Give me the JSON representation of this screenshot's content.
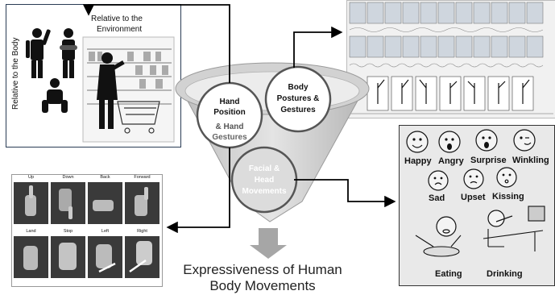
{
  "diagram": {
    "title_lines": [
      "Expressiveness of Human",
      "Body Movements"
    ],
    "env_panel": {
      "label_environment": "Relative to the\nEnvironment",
      "label_body": "Relative to the Body"
    },
    "hand_gestures": [
      "Up",
      "Down",
      "Back",
      "Forward",
      "Land",
      "Stop",
      "Left",
      "Right"
    ],
    "circles": {
      "hand": [
        "Hand",
        "Position",
        "& Hand",
        "Gestures"
      ],
      "body": [
        "Body",
        "Postures &",
        "Gestures"
      ],
      "face": [
        "Facial &",
        "Head",
        "Movements"
      ]
    },
    "faces": [
      "Happy",
      "Angry",
      "Surprise",
      "Winkling",
      "Sad",
      "Upset",
      "Kissing",
      "Eating",
      "Drinking"
    ],
    "colors": {
      "funnel": "#d2d2d2",
      "funnel_edge": "#9a9a9a",
      "arrow": "#a6a6a6",
      "circle_stroke": "#555555",
      "connector": "#000000"
    }
  }
}
